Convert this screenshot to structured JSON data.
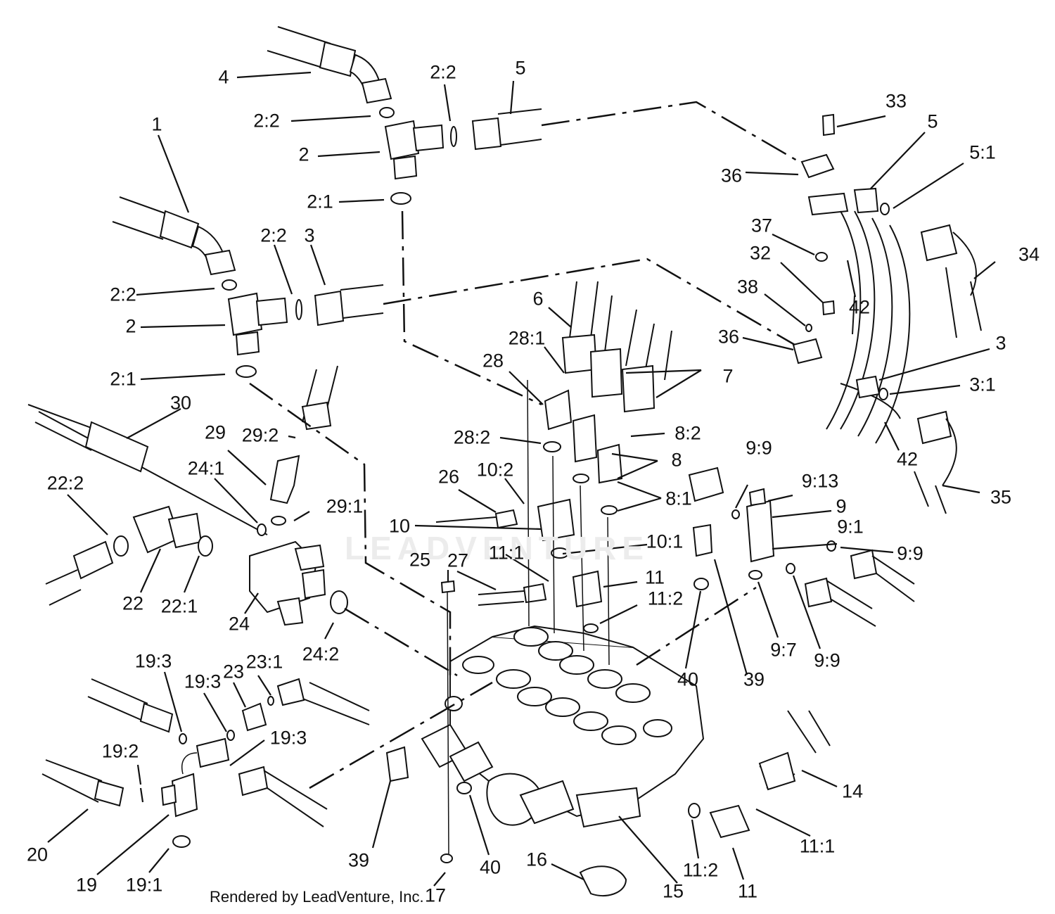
{
  "credit": "Rendered by LeadVenture, Inc.",
  "watermark": "LEADVENTURE",
  "callouts": {
    "c1": "1",
    "c2a": "2",
    "c2b": "2",
    "c2_1a": "2:1",
    "c2_1b": "2:1",
    "c2_2a": "2:2",
    "c2_2b": "2:2",
    "c2_2c": "2:2",
    "c2_2d": "2:2",
    "c3a": "3",
    "c3b": "3",
    "c3_1": "3:1",
    "c4": "4",
    "c5a": "5",
    "c5b": "5",
    "c5_1": "5:1",
    "c6": "6",
    "c7": "7",
    "c8": "8",
    "c8_1": "8:1",
    "c8_2": "8:2",
    "c9": "9",
    "c9_1": "9:1",
    "c9_7": "9:7",
    "c9_9a": "9:9",
    "c9_9b": "9:9",
    "c9_9c": "9:9",
    "c9_13": "9:13",
    "c10": "10",
    "c10_1": "10:1",
    "c10_2": "10:2",
    "c11a": "11",
    "c11b": "11",
    "c11_1a": "11:1",
    "c11_1b": "11:1",
    "c11_2a": "11:2",
    "c11_2b": "11:2",
    "c14": "14",
    "c15": "15",
    "c16": "16",
    "c17": "17",
    "c19": "19",
    "c19_1": "19:1",
    "c19_2": "19:2",
    "c19_3a": "19:3",
    "c19_3b": "19:3",
    "c19_3c": "19:3",
    "c20": "20",
    "c22": "22",
    "c22_1": "22:1",
    "c22_2": "22:2",
    "c23": "23",
    "c23_1": "23:1",
    "c24": "24",
    "c24_1": "24:1",
    "c24_2": "24:2",
    "c25": "25",
    "c26": "26",
    "c27": "27",
    "c28": "28",
    "c28_1": "28:1",
    "c28_2": "28:2",
    "c29": "29",
    "c29_1": "29:1",
    "c29_2": "29:2",
    "c30": "30",
    "c32": "32",
    "c33": "33",
    "c34": "34",
    "c35": "35",
    "c36a": "36",
    "c36b": "36",
    "c37": "37",
    "c38": "38",
    "c39a": "39",
    "c39b": "39",
    "c40a": "40",
    "c40b": "40",
    "c42a": "42",
    "c42b": "42"
  }
}
